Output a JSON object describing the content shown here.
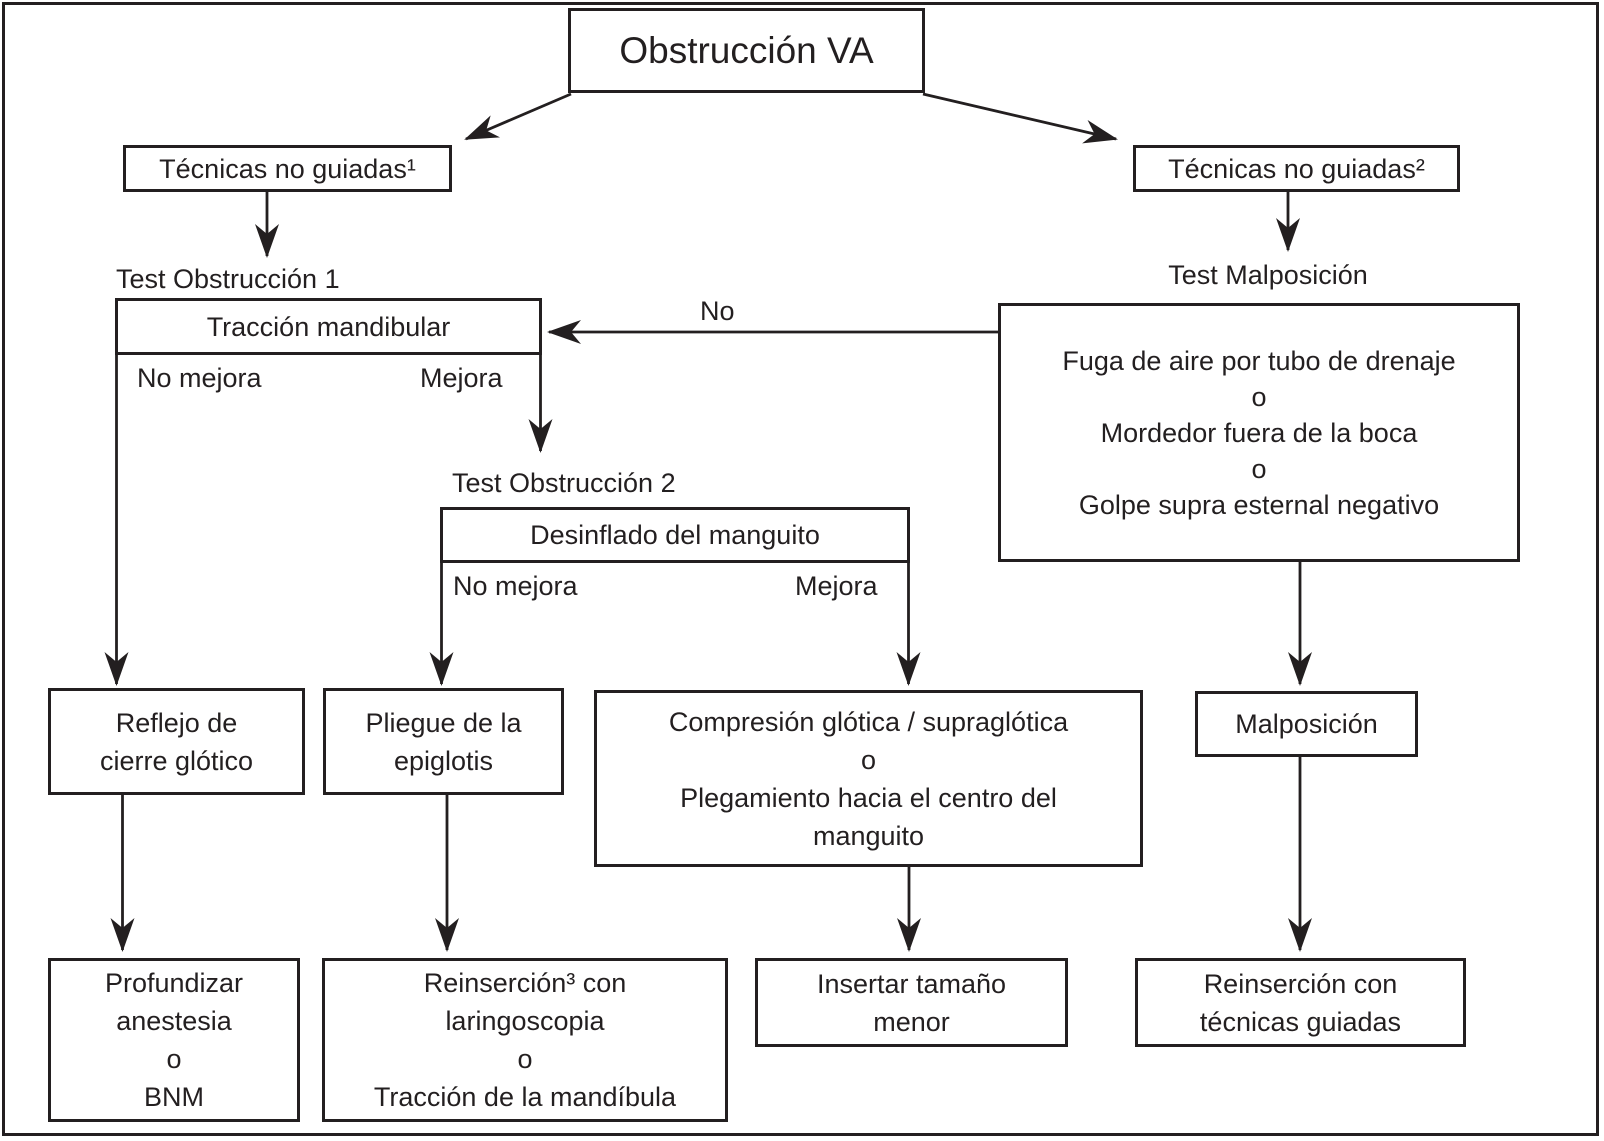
{
  "title": "Obstrucción VA",
  "branches": {
    "left_label": "Técnicas no guiadas¹",
    "right_label": "Técnicas no guiadas²"
  },
  "test1": {
    "title": "Test Obstrucción 1",
    "action": "Tracción mandibular",
    "outcome_negative": "No mejora",
    "outcome_positive": "Mejora"
  },
  "test2": {
    "title": "Test Obstrucción 2",
    "action": "Desinflado del manguito",
    "outcome_negative": "No mejora",
    "outcome_positive": "Mejora"
  },
  "malposition_test": {
    "title": "Test Malposición",
    "no_label": "No",
    "criteria": [
      "Fuga de aire por tubo de drenaje",
      "o",
      "Mordedor fuera de la boca",
      "o",
      "Golpe supra esternal negativo"
    ]
  },
  "diagnoses": {
    "reflejo": [
      "Reflejo de",
      "cierre glótico"
    ],
    "pliegue": [
      "Pliegue de la",
      "epiglotis"
    ],
    "compresion": [
      "Compresión glótica / supraglótica",
      "o",
      "Plegamiento hacia el centro del",
      "manguito"
    ],
    "malposicion": "Malposición"
  },
  "actions": {
    "profundizar": [
      "Profundizar",
      "anestesia",
      "o",
      "BNM"
    ],
    "reinsercion_laringoscopia": [
      "Reinserción³ con",
      "laringoscopia",
      "o",
      "Tracción de la mandíbula"
    ],
    "insertar_menor": [
      "Insertar tamaño",
      "menor"
    ],
    "reinsercion_guiada": [
      "Reinserción con",
      "técnicas guiadas"
    ]
  },
  "colors": {
    "ink": "#231f20",
    "background": "#ffffff"
  }
}
